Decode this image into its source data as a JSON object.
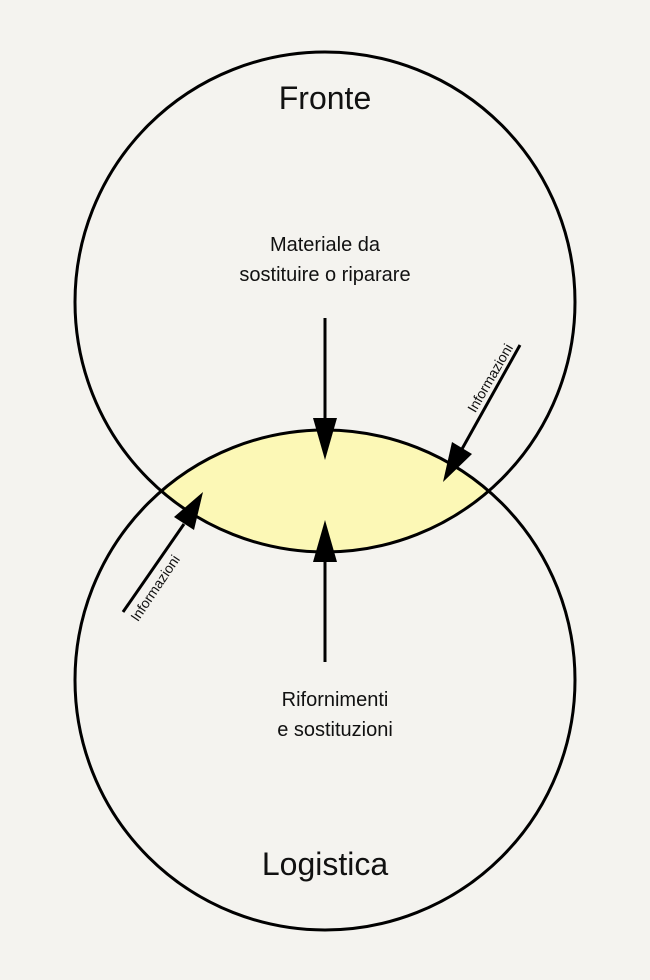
{
  "diagram": {
    "top_circle_title": "Fronte",
    "bottom_circle_title": "Logistica",
    "top_flow_label_line1": "Materiale da",
    "top_flow_label_line2": "sostituire o riparare",
    "bottom_flow_label_line1": "Rifornimenti",
    "bottom_flow_label_line2": "e sostituzioni",
    "info_label_right": "Informazioni",
    "info_label_left": "Informazioni",
    "colors": {
      "background": "#f4f3ef",
      "overlap_fill": "#fcf8b6",
      "stroke": "#000000"
    }
  }
}
